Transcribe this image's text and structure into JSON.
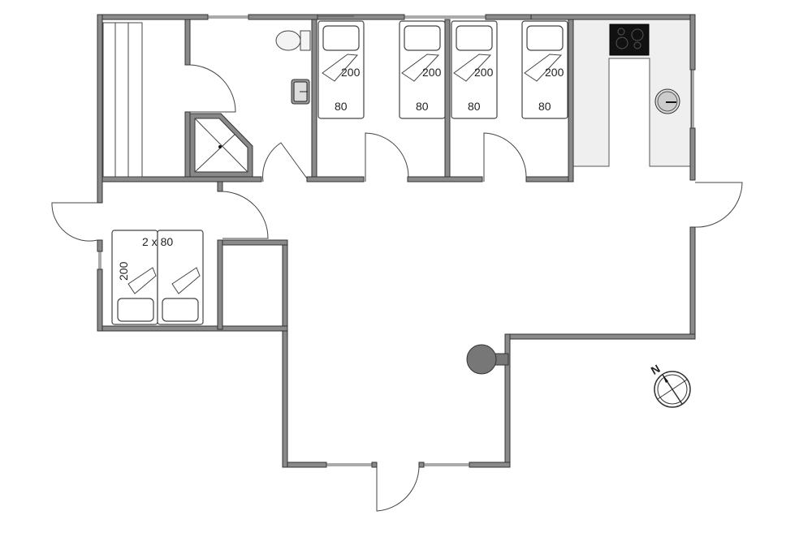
{
  "plan": {
    "bed_labels": {
      "bed1_length": "200",
      "bed1_width": "80",
      "bed2_length": "200",
      "bed2_width": "80",
      "bed3_length": "200",
      "bed3_width": "80",
      "bed4_length": "200",
      "bed4_width": "80",
      "double_width": "2 x 80",
      "double_length": "200"
    },
    "compass_label": "N",
    "colors": {
      "wall": "#8a8a8a",
      "kitchen": "#efefef",
      "fireplace": "#777777",
      "hob": "#111111"
    }
  }
}
